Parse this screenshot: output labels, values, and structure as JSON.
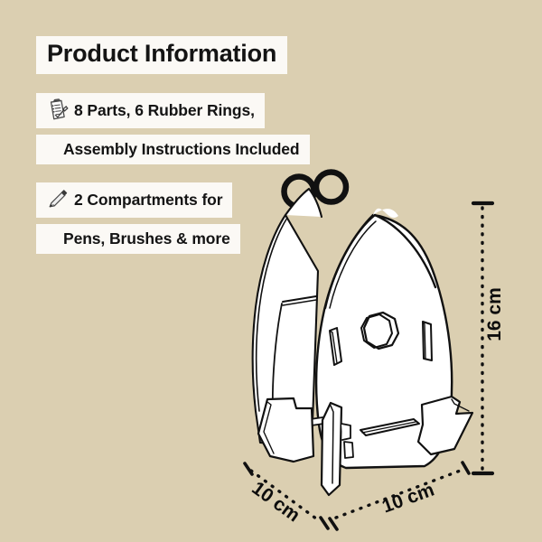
{
  "background_color": "#dbcfb1",
  "text_box_color": "#fbf9f5",
  "ink_color": "#141414",
  "header": {
    "title": "Product Information"
  },
  "features": [
    {
      "icon": "clipboard-checklist-icon",
      "line1": "8 Parts, 6 Rubber Rings,",
      "line2": "Assembly Instructions Included"
    },
    {
      "icon": "pen-icon",
      "line1": "2 Compartments for",
      "line2": "Pens, Brushes & more"
    }
  ],
  "illustration": {
    "name": "wooden-rocket-pen-holder",
    "rings": [
      {
        "name": "rubber-ring-left"
      },
      {
        "name": "rubber-ring-right"
      }
    ]
  },
  "dimensions": {
    "height": "16 cm",
    "depth": "10 cm",
    "width": "10 cm"
  }
}
